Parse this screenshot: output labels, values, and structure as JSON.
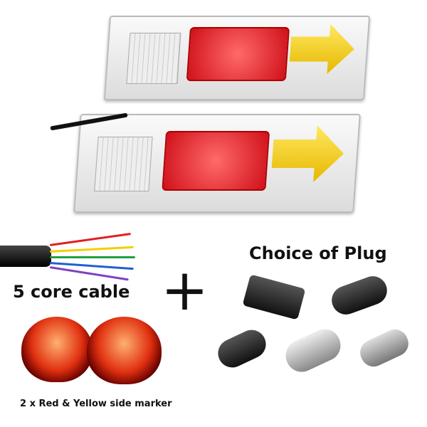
{
  "headline": "Choice of Plug",
  "cable_label": "5 core cable",
  "plus_sign": "+",
  "marker_caption": "2 x Red & Yellow side marker",
  "colors": {
    "red_lens": "#d0101a",
    "amber_lens": "#f0c800",
    "wires": [
      "#e02020",
      "#f0d000",
      "#20a040",
      "#2060d0",
      "#8040c0"
    ]
  }
}
